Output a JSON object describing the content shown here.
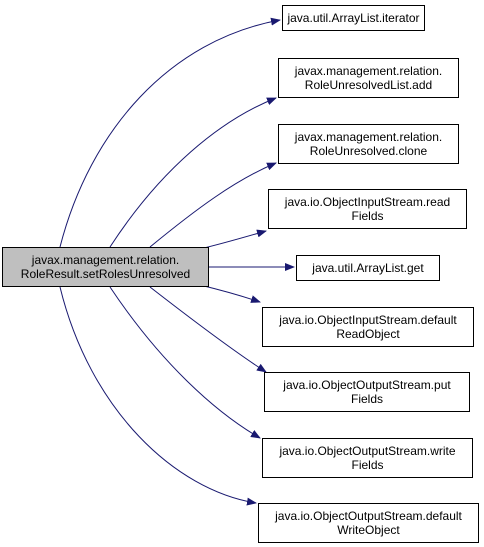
{
  "colors": {
    "edge": "#191970",
    "source_fill": "#bfbfbf",
    "node_border": "#000000"
  },
  "source": {
    "line1": "javax.management.relation.",
    "line2": "RoleResult.setRolesUnresolved"
  },
  "targets": [
    {
      "line1": "java.util.ArrayList.iterator",
      "line2": ""
    },
    {
      "line1": "javax.management.relation.",
      "line2": "RoleUnresolvedList.add"
    },
    {
      "line1": "javax.management.relation.",
      "line2": "RoleUnresolved.clone"
    },
    {
      "line1": "java.io.ObjectInputStream.read",
      "line2": "Fields"
    },
    {
      "line1": "java.util.ArrayList.get",
      "line2": ""
    },
    {
      "line1": "java.io.ObjectInputStream.default",
      "line2": "ReadObject"
    },
    {
      "line1": "java.io.ObjectOutputStream.put",
      "line2": "Fields"
    },
    {
      "line1": "java.io.ObjectOutputStream.write",
      "line2": "Fields"
    },
    {
      "line1": "java.io.ObjectOutputStream.default",
      "line2": "WriteObject"
    }
  ]
}
